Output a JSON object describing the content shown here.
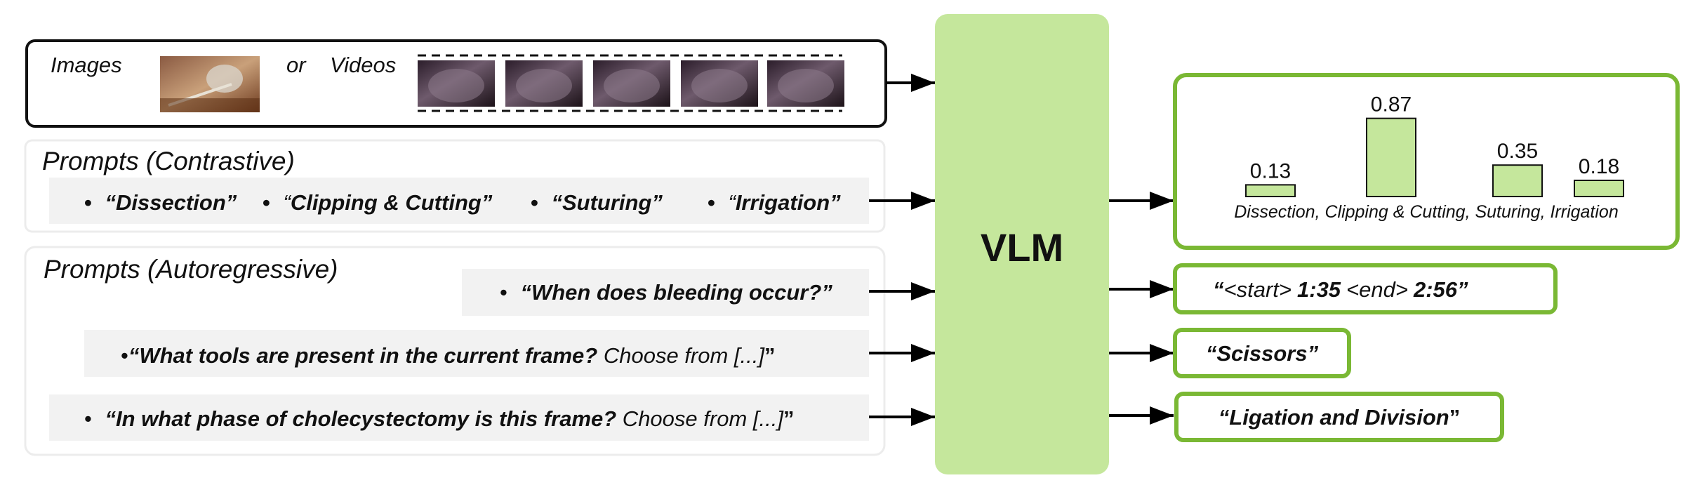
{
  "inputs": {
    "images_label": "Images",
    "or_label": "or",
    "videos_label": "Videos"
  },
  "contrastive": {
    "title": "Prompts (Contrastive)",
    "prompts": [
      {
        "open": "“",
        "text": "Dissection",
        "close": "”"
      },
      {
        "open": "“",
        "text": "Clipping & Cutting",
        "close": "”"
      },
      {
        "open": "“",
        "text": "Suturing",
        "close": "”"
      },
      {
        "open": "“",
        "text": "Irrigation",
        "close": "”"
      }
    ],
    "bullet": "•"
  },
  "autoregressive": {
    "title": "Prompts (Autoregressive)",
    "q1": {
      "bold": "“When does bleeding occur?”"
    },
    "q2": {
      "bold": "“What tools are present in the current frame?",
      "normal": " Choose from [...]",
      "close": "”"
    },
    "q3": {
      "bold": "“In what phase of cholecystectomy is this frame?",
      "normal": " Choose from [...]",
      "close": "”"
    }
  },
  "model": {
    "label": "VLM",
    "color": "#c5e79c"
  },
  "outputs": {
    "accent": "#7ab834",
    "temporal": {
      "open": "“",
      "start_tag": "<start>",
      "start_time": "1:35",
      "end_tag": "<end>",
      "end_time": "2:56",
      "close": "”"
    },
    "tools": "“Scissors”",
    "phase": {
      "bold": "“Ligation and Division",
      "close": "”"
    }
  },
  "chart_data": {
    "type": "bar",
    "categories": [
      "Dissection",
      "Clipping & Cutting",
      "Suturing",
      "Irrigation"
    ],
    "values": [
      0.13,
      0.87,
      0.35,
      0.18
    ],
    "value_labels": [
      "0.13",
      "0.87",
      "0.35",
      "0.18"
    ],
    "xlabel_text": "Dissection, Clipping & Cutting, Suturing, Irrigation",
    "ylim": [
      0,
      1
    ],
    "bar_color": "#c5e79c"
  }
}
